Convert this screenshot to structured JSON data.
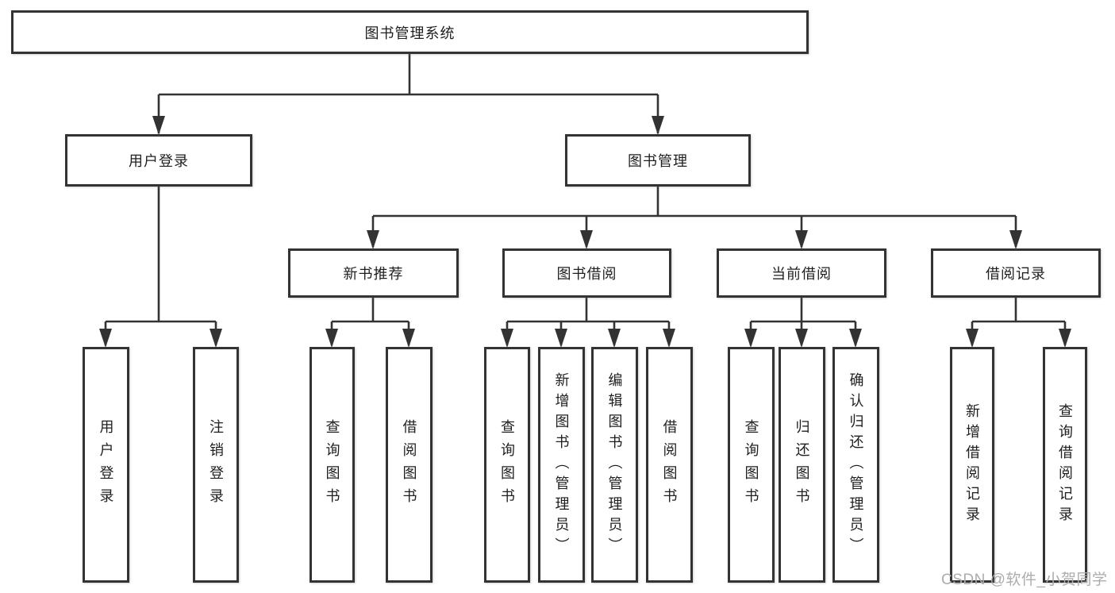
{
  "diagram": {
    "root": "图书管理系统",
    "branches": [
      {
        "label": "用户登录",
        "children": [
          "用户登录",
          "注销登录"
        ]
      },
      {
        "label": "图书管理",
        "children": [
          {
            "label": "新书推荐",
            "children": [
              "查询图书",
              "借阅图书"
            ]
          },
          {
            "label": "图书借阅",
            "children": [
              "查询图书",
              "新增图书（管理员）",
              "编辑图书（管理员）",
              "借阅图书"
            ]
          },
          {
            "label": "当前借阅",
            "children": [
              "查询图书",
              "归还图书",
              "确认归还（管理员）"
            ]
          },
          {
            "label": "借阅记录",
            "children": [
              "新增借阅记录",
              "查询借阅记录"
            ]
          }
        ]
      }
    ]
  },
  "watermark": "CSDN @软件_小贺同学",
  "colors": {
    "line": "#333333",
    "box_border": "#333333",
    "box_fill": "#ffffff",
    "text": "#1f1f1f",
    "watermark": "#acacac"
  }
}
